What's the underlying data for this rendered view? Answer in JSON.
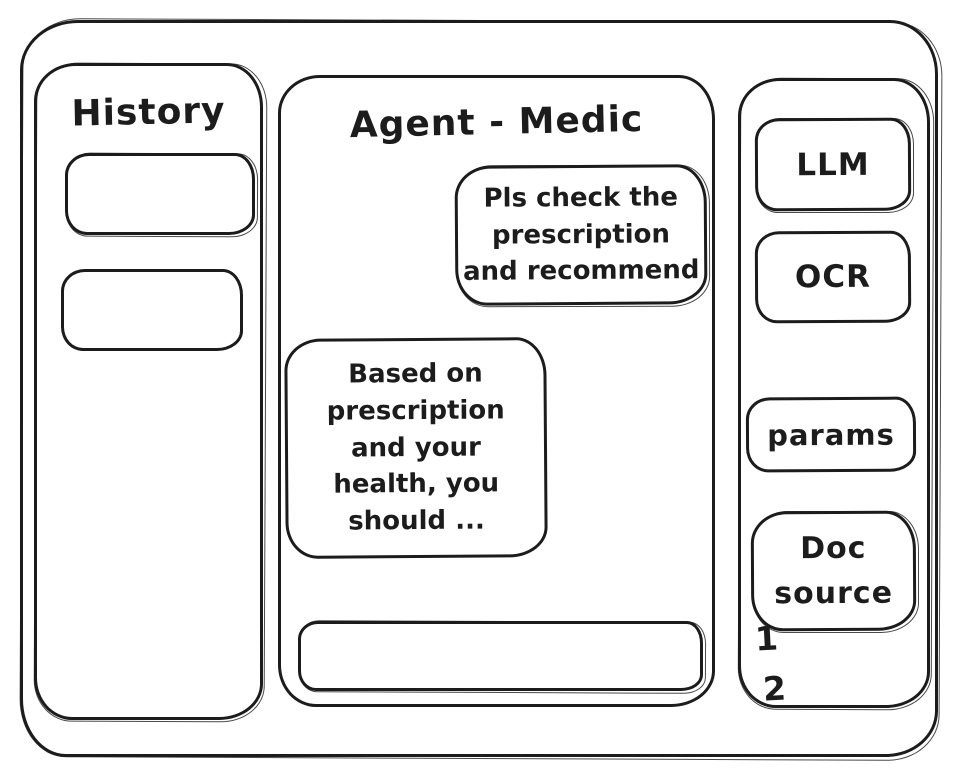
{
  "app": {
    "ink_color": "#1c1c1c",
    "background_color": "#ffffff"
  },
  "history": {
    "title": "History"
  },
  "chat": {
    "title": "Agent - Medic",
    "messages": [
      {
        "role": "user",
        "lines": [
          "Pls check the",
          "prescription",
          "and recommend"
        ]
      },
      {
        "role": "assistant",
        "lines": [
          "Based on",
          "prescription",
          "and your",
          "health, you",
          "should ..."
        ]
      }
    ],
    "composer": {
      "value": "",
      "placeholder": ""
    }
  },
  "tools": {
    "llm_label": "LLM",
    "ocr_label": "OCR",
    "params_label": "params",
    "doc_source_lines": [
      "Doc",
      "source"
    ],
    "doc_source_items": [
      "1",
      "2"
    ]
  }
}
